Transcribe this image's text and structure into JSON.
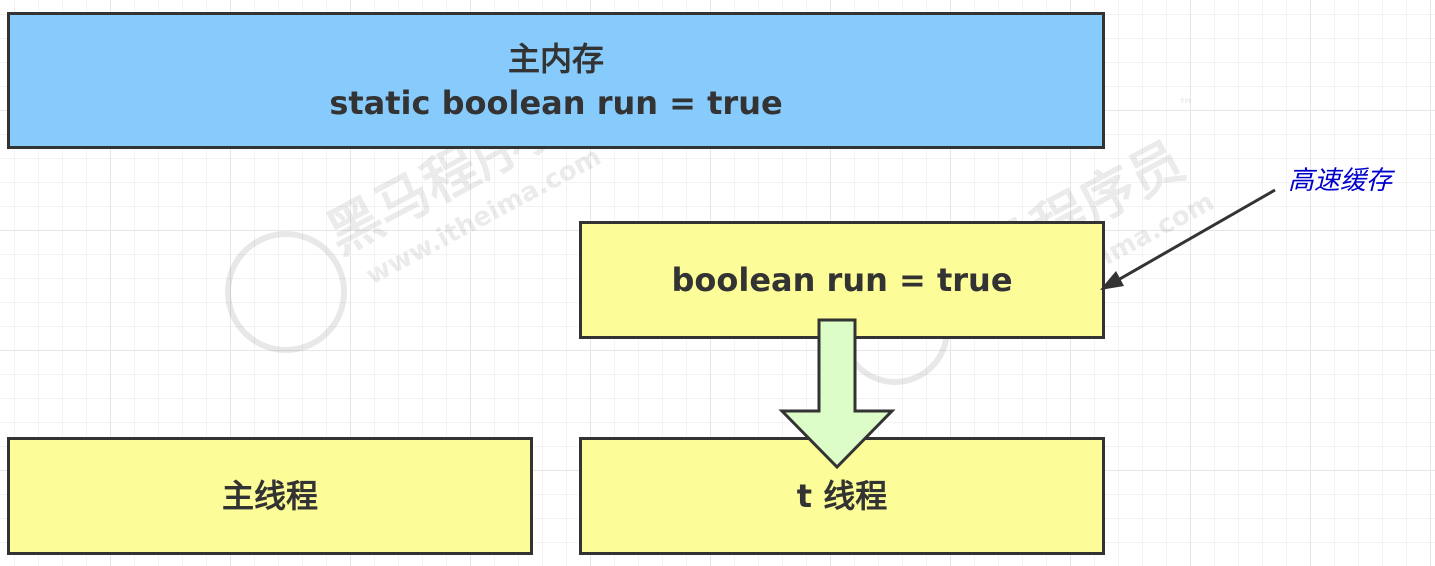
{
  "main_memory": {
    "title": "主内存",
    "code": "static boolean run = true",
    "fill": "#87CBFC"
  },
  "cache": {
    "code": "boolean run = true",
    "label": "高速缓存",
    "label_color": "#0000CC",
    "fill": "#FCFC98"
  },
  "threads": {
    "main_label": "主线程",
    "t_label": "t 线程",
    "fill": "#FCFC98"
  },
  "arrow": {
    "fill": "#DCFCC8",
    "stroke": "#333333"
  },
  "watermark": {
    "brand": "黑马程序员",
    "site": "www.itheima.com",
    "trademark": "™"
  }
}
